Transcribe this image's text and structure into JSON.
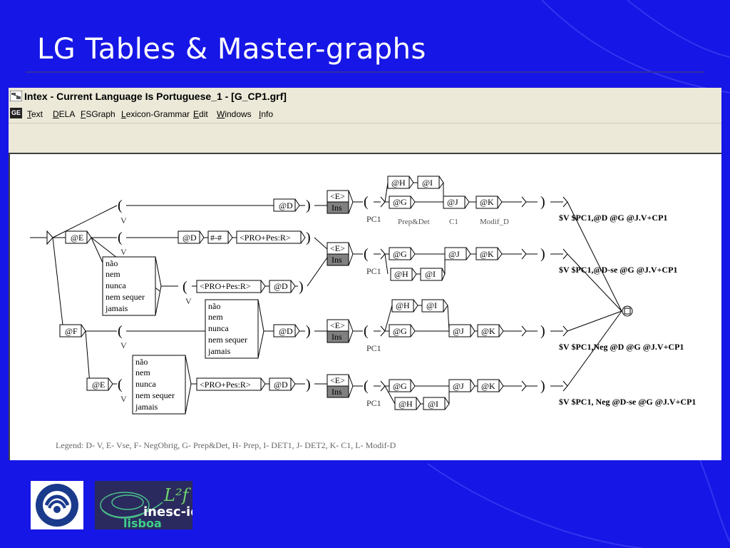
{
  "slide": {
    "title": "LG Tables & Master-graphs"
  },
  "window": {
    "title": "Intex - Current Language Is Portuguese_1 - [G_CP1.grf]",
    "menu": [
      "Text",
      "DELA",
      "FSGraph",
      "Lexicon-Grammar",
      "Edit",
      "Windows",
      "Info"
    ]
  },
  "graph": {
    "neg_words": [
      "não",
      "nem",
      "nunca",
      "nem sequer",
      "jamais"
    ],
    "labels": {
      "E": "@E",
      "F": "@F",
      "D": "@D",
      "G": "@G",
      "H": "@H",
      "I": "@I",
      "J": "@J",
      "K": "@K",
      "hash": "#-#",
      "pro": "<PRO+Pes:R>",
      "eps": "<E>",
      "ins": "Ins",
      "v": "V",
      "pc1": "PC1",
      "prepdet": "Prep&Det",
      "c1": "C1",
      "modif": "Modif_D",
      "open": "(",
      "close": ")"
    },
    "outputs": [
      "$V $PC1,@D @G @J.V+CP1",
      "$V $PC1,@D-se @G @J.V+CP1",
      "$V $PC1,Neg @D @G @J.V+CP1",
      "$V $PC1, Neg @D-se @G @J.V+CP1"
    ],
    "legend": "Legend: D- V, E- Vse, F- NegObrig, G- Prep&Det, H- Prep, I- DET1, J- DET2, K- C1, L- Modif-D"
  },
  "logos": {
    "inesc_line1": "inesc-id",
    "inesc_line2": "lisboa",
    "l2f": "L²f"
  },
  "colors": {
    "slide_bg": "#1616e6",
    "window_bg": "#ece9d8",
    "ins_box": "#808080"
  }
}
